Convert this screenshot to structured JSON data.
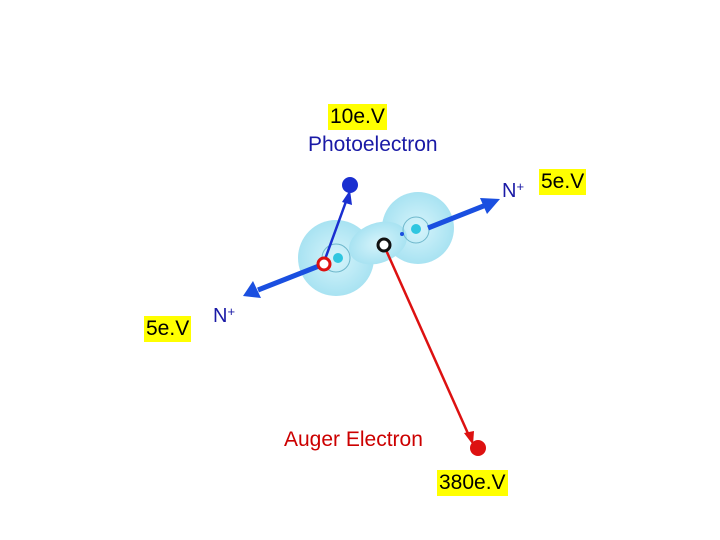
{
  "photoelectron": {
    "energy": "10e.V",
    "label": "Photoelectron"
  },
  "ion_right": {
    "symbol": "N",
    "charge": "+",
    "energy": "5e.V"
  },
  "ion_left": {
    "symbol": "N",
    "charge": "+",
    "energy": "5e.V"
  },
  "auger": {
    "label": "Auger Electron",
    "energy": "380e.V"
  },
  "colors": {
    "ion_arrow": "#1a4fe0",
    "photoelectron": "#1a2fd0",
    "auger": "#dd1111",
    "molecule": "#a8e4f2",
    "highlight": "#ffff00"
  }
}
